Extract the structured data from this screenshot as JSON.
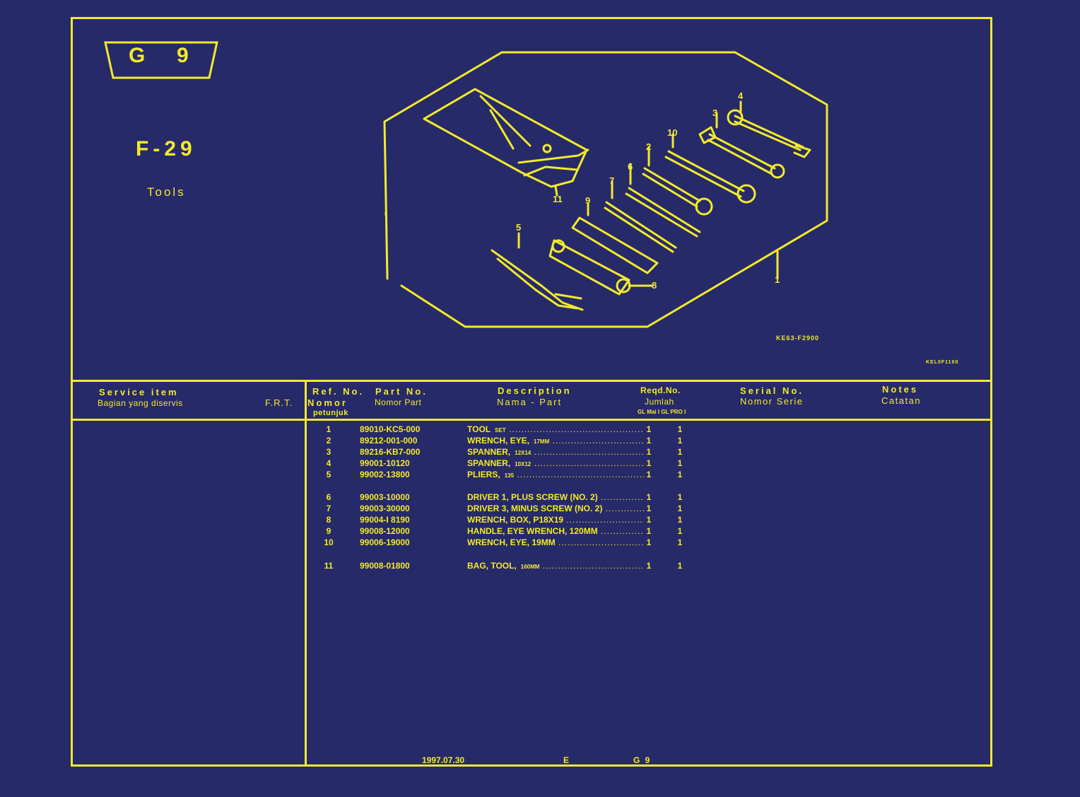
{
  "group": {
    "letter": "G",
    "number": "9"
  },
  "figure": {
    "code": "F-29",
    "title": "Tools"
  },
  "diagram": {
    "code": "KE63-F2900",
    "page_code": "KEL0F1100",
    "callouts": [
      "1",
      "2",
      "3",
      "4",
      "5",
      "6",
      "7",
      "8",
      "9",
      "10",
      "11"
    ]
  },
  "headers": {
    "service_item": "Service item",
    "service_item_local": "Bagian yang diservis",
    "frt": "F.R.T.",
    "ref_no": "Ref. No.",
    "ref_no_local_1": "Nomor",
    "ref_no_local_2": "petunjuk",
    "part_no": "Part No.",
    "part_no_local": "Nomor Part",
    "description": "Description",
    "description_local": "Nama - Part",
    "reqd_no": "Reqd.No.",
    "reqd_no_local": "Jumlah",
    "reqd_sub": "GL Mai I GL PRO I",
    "serial_no": "Serial No.",
    "serial_no_local": "Nomor Serie",
    "notes": "Notes",
    "notes_local": "Catatan"
  },
  "parts": [
    {
      "ref": "1",
      "part": "89010-KC5-000",
      "desc": "TOOL",
      "spec": "SET",
      "q1": "1",
      "q2": "1"
    },
    {
      "ref": "2",
      "part": "89212-001-000",
      "desc": "WRENCH, EYE,",
      "spec": "17MM",
      "q1": "1",
      "q2": "1"
    },
    {
      "ref": "3",
      "part": "89216-KB7-000",
      "desc": "SPANNER,",
      "spec": "12X14",
      "q1": "1",
      "q2": "1"
    },
    {
      "ref": "4",
      "part": "99001-10120",
      "desc": "SPANNER,",
      "spec": "10X12",
      "q1": "1",
      "q2": "1"
    },
    {
      "ref": "5",
      "part": "99002-13800",
      "desc": "PLIERS,",
      "spec": "135",
      "q1": "1",
      "q2": "1"
    },
    {
      "ref": "6",
      "part": "99003-10000",
      "desc": "DRIVER 1, PLUS SCREW (NO. 2)",
      "spec": "",
      "q1": "1",
      "q2": "1"
    },
    {
      "ref": "7",
      "part": "99003-30000",
      "desc": "DRIVER 3, MINUS SCREW (NO. 2)",
      "spec": "",
      "q1": "1",
      "q2": "1"
    },
    {
      "ref": "8",
      "part": "99004-I 8190",
      "desc": "WRENCH, BOX, P18X19",
      "spec": "",
      "q1": "1",
      "q2": "1"
    },
    {
      "ref": "9",
      "part": "99008-12000",
      "desc": "HANDLE, EYE WRENCH, 120MM",
      "spec": "",
      "q1": "1",
      "q2": "1"
    },
    {
      "ref": "10",
      "part": "99006-19000",
      "desc": "WRENCH, EYE, 19MM",
      "spec": "",
      "q1": "1",
      "q2": "1"
    },
    {
      "ref": "11",
      "part": "99008-01800",
      "desc": "BAG, TOOL,",
      "spec": "160MM",
      "q1": "1",
      "q2": "1"
    }
  ],
  "footer": {
    "date": "1997.07.30",
    "edition": "E",
    "group": "G 9"
  },
  "colors": {
    "background": "#272a69",
    "ink": "#f2ea2a"
  }
}
